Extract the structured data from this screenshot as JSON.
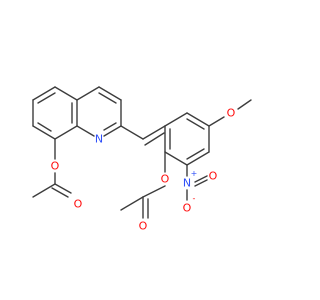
{
  "molecule": {
    "atom_labels": {
      "quinoline_n": "N",
      "ester1_o_link": "O",
      "ester1_o_carbonyl": "O",
      "methoxy_o": "O",
      "ester2_o_link": "O",
      "ester2_o_carbonyl": "O",
      "nitro_n": "N",
      "nitro_o_top": "O",
      "nitro_o_right": "O"
    },
    "charges": {
      "nitro_n_charge": "+",
      "nitro_o_charge": "-"
    },
    "colors": {
      "bond": "#3d3d3d",
      "oxygen": "#ff0d0d",
      "nitrogen": "#3050f8"
    }
  }
}
